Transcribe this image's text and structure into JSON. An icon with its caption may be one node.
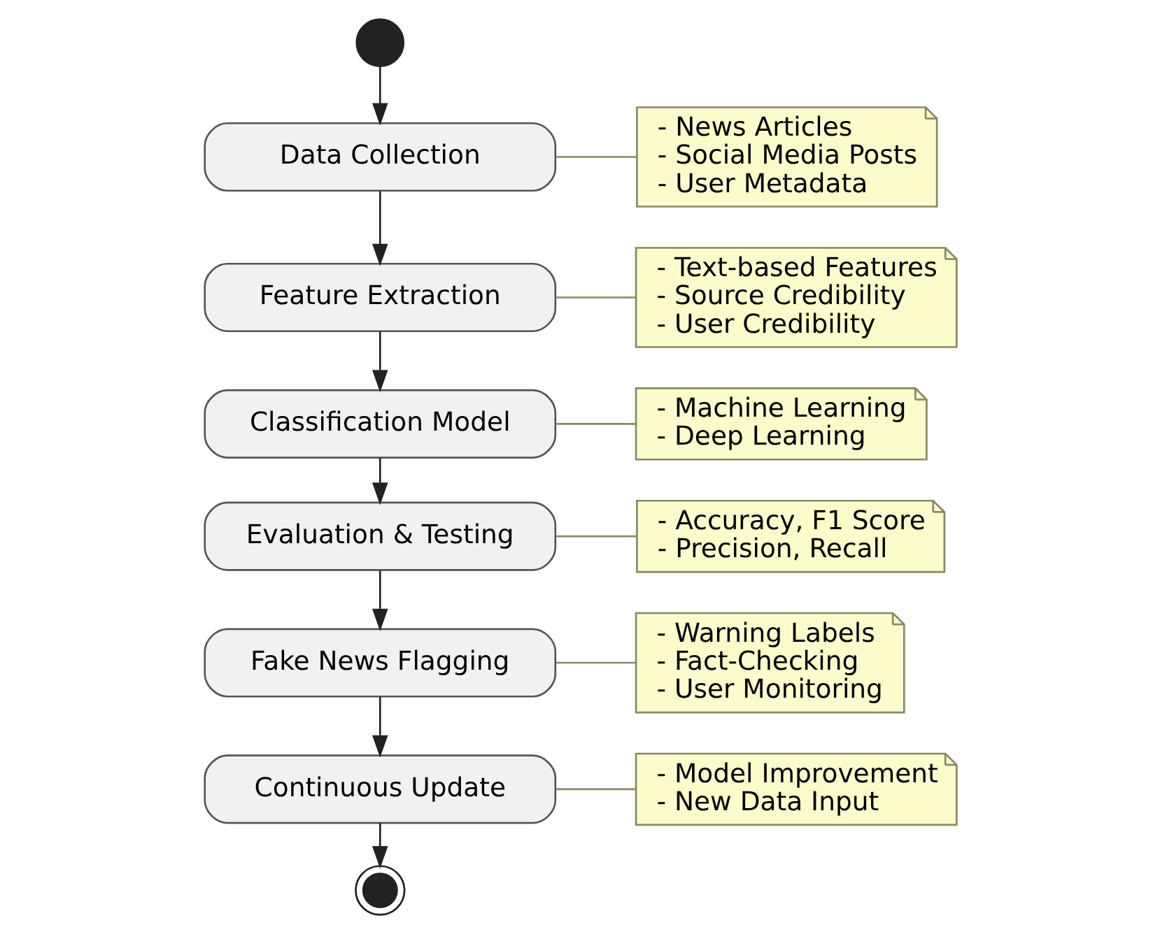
{
  "diagram": {
    "nodes": [
      {
        "text": [],
        "shape": "circle"
      },
      {
        "text": [
          "Data Collection"
        ]
      },
      {
        "text": [
          "- News Articles",
          "- Social Media Posts",
          "- User Metadata"
        ]
      },
      {
        "text": [
          "Feature Extraction"
        ]
      },
      {
        "text": [
          "- Text-based Features",
          "- Source Credibility",
          "- User Credibility"
        ]
      },
      {
        "text": [
          "Classification Model"
        ]
      },
      {
        "text": [
          "- Machine Learning",
          "- Deep Learning"
        ]
      },
      {
        "text": [
          "Evaluation & Testing"
        ]
      },
      {
        "text": [
          "- Accuracy, F1 Score",
          "- Precision, Recall"
        ]
      },
      {
        "text": [
          "Fake News Flagging"
        ]
      },
      {
        "text": [
          "- Warning Labels",
          "- Fact-Checking",
          "- User Monitoring"
        ]
      },
      {
        "text": [
          "Continuous Update"
        ]
      },
      {
        "text": [
          "- Model Improvement",
          "- New Data Input"
        ]
      },
      {
        "text": [],
        "shape": "bullseye"
      }
    ],
    "edges": [
      {
        "from": 0,
        "to": 1,
        "arrow": "to"
      },
      {
        "from": 1,
        "to": 2,
        "arrow": "none",
        "color": "#888866"
      },
      {
        "from": 1,
        "to": 3,
        "arrow": "to"
      },
      {
        "from": 3,
        "to": 4,
        "arrow": "none",
        "color": "#888866"
      },
      {
        "from": 3,
        "to": 5,
        "arrow": "to"
      },
      {
        "from": 5,
        "to": 6,
        "arrow": "none",
        "color": "#888866"
      },
      {
        "from": 5,
        "to": 7,
        "arrow": "to"
      },
      {
        "from": 7,
        "to": 8,
        "arrow": "none",
        "color": "#888866"
      },
      {
        "from": 7,
        "to": 9,
        "arrow": "to"
      },
      {
        "from": 9,
        "to": 10,
        "arrow": "none",
        "color": "#888866"
      },
      {
        "from": 9,
        "to": 11,
        "arrow": "to"
      },
      {
        "from": 11,
        "to": 12,
        "arrow": "none",
        "color": "#888866"
      },
      {
        "from": 11,
        "to": 13,
        "arrow": "to"
      }
    ]
  }
}
